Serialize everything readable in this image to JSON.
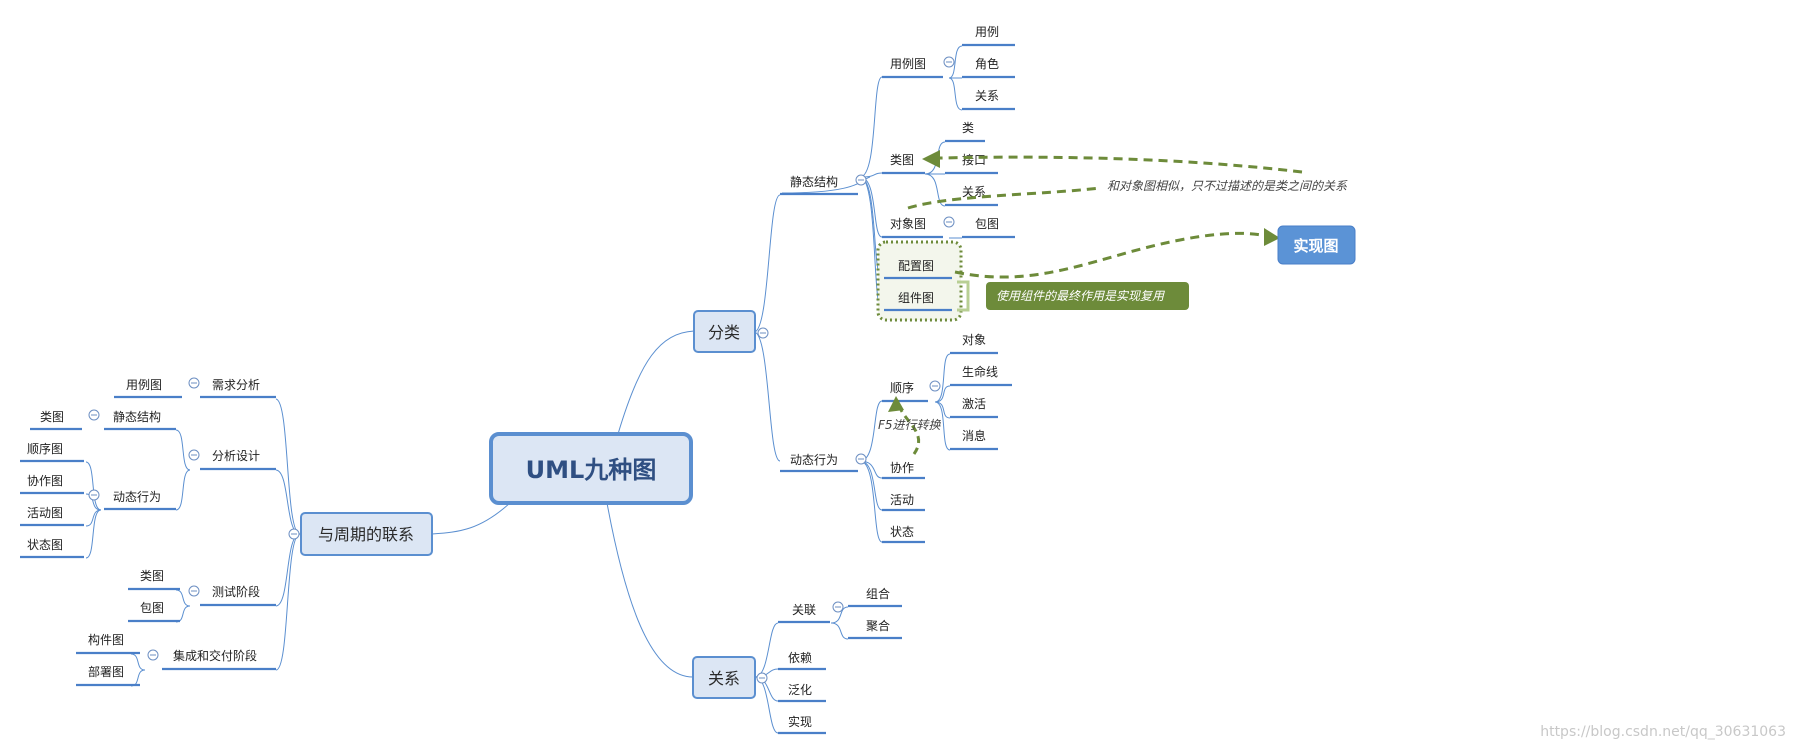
{
  "diagram": {
    "root": "UML九种图",
    "branches": {
      "classify": {
        "label": "分类",
        "static": {
          "label": "静态结构",
          "usecase": {
            "label": "用例图",
            "children": [
              "用例",
              "角色",
              "关系"
            ]
          },
          "class": {
            "label": "类图",
            "children": [
              "类",
              "接口",
              "关系"
            ]
          },
          "object": {
            "label": "对象图",
            "children": [
              "包图"
            ]
          },
          "deploy": "配置图",
          "component": "组件图"
        },
        "dynamic": {
          "label": "动态行为",
          "sequence": {
            "label": "顺序",
            "children": [
              "对象",
              "生命线",
              "激活",
              "消息"
            ]
          },
          "collab": "协作",
          "activity": "活动",
          "state": "状态"
        }
      },
      "relation": {
        "label": "关系",
        "assoc": {
          "label": "关联",
          "children": [
            "组合",
            "聚合"
          ]
        },
        "others": [
          "依赖",
          "泛化",
          "实现"
        ]
      },
      "lifecycle": {
        "label": "与周期的联系",
        "req": {
          "label": "需求分析",
          "children": [
            "用例图"
          ]
        },
        "design": {
          "label": "分析设计",
          "static": {
            "label": "静态结构",
            "children": [
              "类图"
            ]
          },
          "dynamic": {
            "label": "动态行为",
            "children": [
              "顺序图",
              "协作图",
              "活动图",
              "状态图"
            ]
          }
        },
        "test": {
          "label": "测试阶段",
          "children": [
            "类图",
            "包图"
          ]
        },
        "deliver": {
          "label": "集成和交付阶段",
          "children": [
            "构件图",
            "部署图"
          ]
        }
      }
    },
    "callouts": {
      "impl_box": "实现图",
      "component_note": "使用组件的最终作用是实现复用",
      "object_note": "和对象图相似，只不过描述的是类之间的关系",
      "f5_note": "F5进行转换"
    },
    "watermark": "https://blog.csdn.net/qq_30631063"
  },
  "colors": {
    "link": "#5b8fd0",
    "underline": "#4a7fc8",
    "node_fill": "#dce6f4",
    "node_border": "#5b8fd0",
    "accent_green": "#6d8b3a",
    "impl_blue": "#5b93d6"
  }
}
